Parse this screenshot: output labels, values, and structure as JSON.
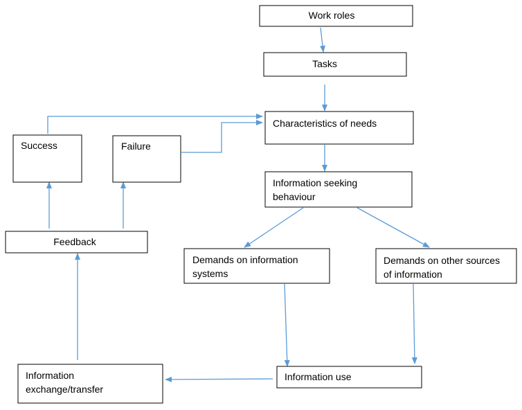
{
  "diagram": {
    "edge_color": "#5b9bd5",
    "nodes": {
      "work_roles": {
        "lines": [
          "Work roles"
        ]
      },
      "tasks": {
        "lines": [
          "Tasks"
        ]
      },
      "characteristics": {
        "lines": [
          "Characteristics of needs"
        ]
      },
      "success": {
        "lines": [
          "Success"
        ]
      },
      "failure": {
        "lines": [
          "Failure"
        ]
      },
      "seeking": {
        "lines": [
          "Information seeking",
          "behaviour"
        ]
      },
      "feedback": {
        "lines": [
          "Feedback"
        ]
      },
      "demands_systems": {
        "lines": [
          "Demands on information",
          "systems"
        ]
      },
      "demands_other": {
        "lines": [
          "Demands on other sources",
          "of information"
        ]
      },
      "exchange": {
        "lines": [
          "Information",
          "exchange/transfer"
        ]
      },
      "use": {
        "lines": [
          "Information use"
        ]
      }
    }
  }
}
